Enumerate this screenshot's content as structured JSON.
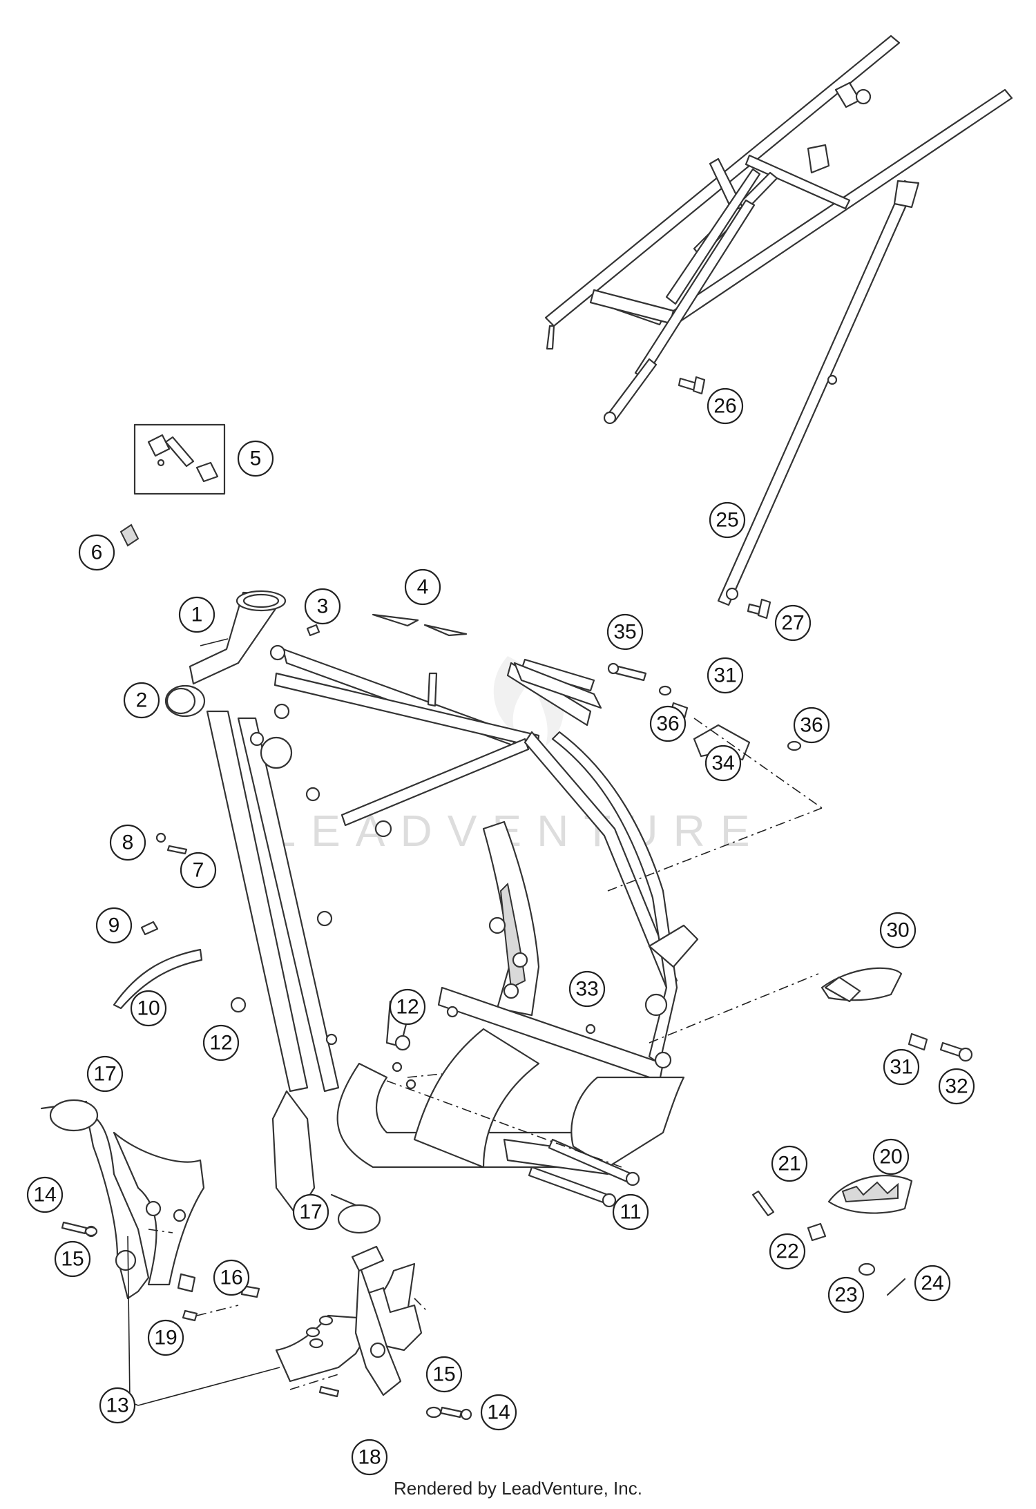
{
  "watermark": "LEADVENTURE",
  "credit": "Rendered by LeadVenture, Inc.",
  "callouts": [
    "1",
    "2",
    "3",
    "4",
    "5",
    "6",
    "7",
    "8",
    "9",
    "10",
    "11",
    "12",
    "12",
    "13",
    "14",
    "14",
    "15",
    "15",
    "16",
    "17",
    "17",
    "18",
    "19",
    "20",
    "21",
    "22",
    "23",
    "24",
    "25",
    "26",
    "27",
    "30",
    "31",
    "31",
    "32",
    "33",
    "34",
    "35",
    "36",
    "36"
  ]
}
